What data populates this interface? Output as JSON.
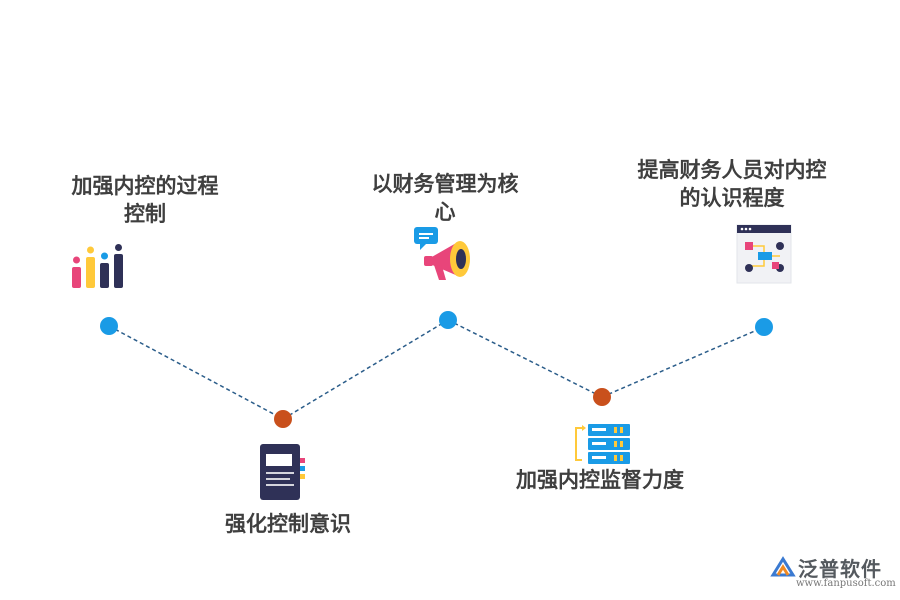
{
  "nodes": [
    {
      "id": "n1",
      "label": "加强内控的过程\n控制",
      "type": "top",
      "icon": "bar-chart-icon",
      "color": "#1a9be6"
    },
    {
      "id": "n2",
      "label": "强化控制意识",
      "type": "bottom",
      "icon": "document-icon",
      "color": "#c9501c"
    },
    {
      "id": "n3",
      "label": "以财务管理为核\n心",
      "type": "top",
      "icon": "megaphone-icon",
      "color": "#1a9be6"
    },
    {
      "id": "n4",
      "label": "加强内控监督力度",
      "type": "bottom",
      "icon": "server-rack-icon",
      "color": "#c9501c"
    },
    {
      "id": "n5",
      "label": "提高财务人员对内控\n的认识程度",
      "type": "top",
      "icon": "flowchart-icon",
      "color": "#1a9be6"
    }
  ],
  "connector_style": "dashed",
  "connector_color": "#2b5d8a",
  "logo": {
    "name": "泛普软件",
    "url": "www.fanpusoft.com"
  }
}
